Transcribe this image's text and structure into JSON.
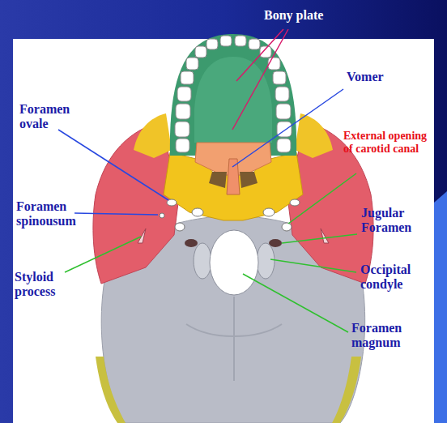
{
  "diagram": {
    "labels": [
      "Bony plate",
      "Vomer",
      "Foramen ovale",
      "External opening of carotid canal",
      "Foramen spinousum",
      "Jugular Foramen",
      "Styloid process",
      "Occipital condyle",
      "Foramen magnum"
    ]
  }
}
